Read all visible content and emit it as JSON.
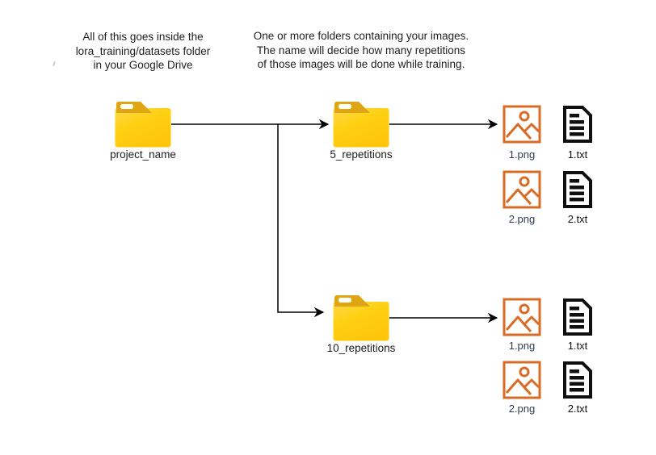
{
  "notes": {
    "drive_note": {
      "lines": [
        "All of this goes inside the",
        "lora_training/datasets folder",
        "in your Google Drive"
      ]
    },
    "repetitions_note": {
      "lines": [
        "One or more folders containing your images.",
        "The name will decide how many repetitions",
        "of those images will be done while training."
      ]
    }
  },
  "folders": {
    "project": {
      "label": "project_name"
    },
    "rep5": {
      "label": "5_repetitions"
    },
    "rep10": {
      "label": "10_repetitions"
    }
  },
  "file_groups": [
    {
      "parent": "5_repetitions",
      "rows": [
        {
          "png_label": "1.png",
          "txt_label": "1.txt"
        },
        {
          "png_label": "2.png",
          "txt_label": "2.txt"
        }
      ]
    },
    {
      "parent": "10_repetitions",
      "rows": [
        {
          "png_label": "1.png",
          "txt_label": "1.txt"
        },
        {
          "png_label": "2.png",
          "txt_label": "2.txt"
        }
      ]
    }
  ],
  "colors": {
    "folder_body_top": "#FFD951",
    "folder_body": "#FFC60A",
    "folder_tab": "#DFA512",
    "image_icon": "#D96B26",
    "doc_icon": "#0F0F0F",
    "connector": "#000000",
    "png_label": "#2E3B4E",
    "text": "#1E1E1E"
  }
}
